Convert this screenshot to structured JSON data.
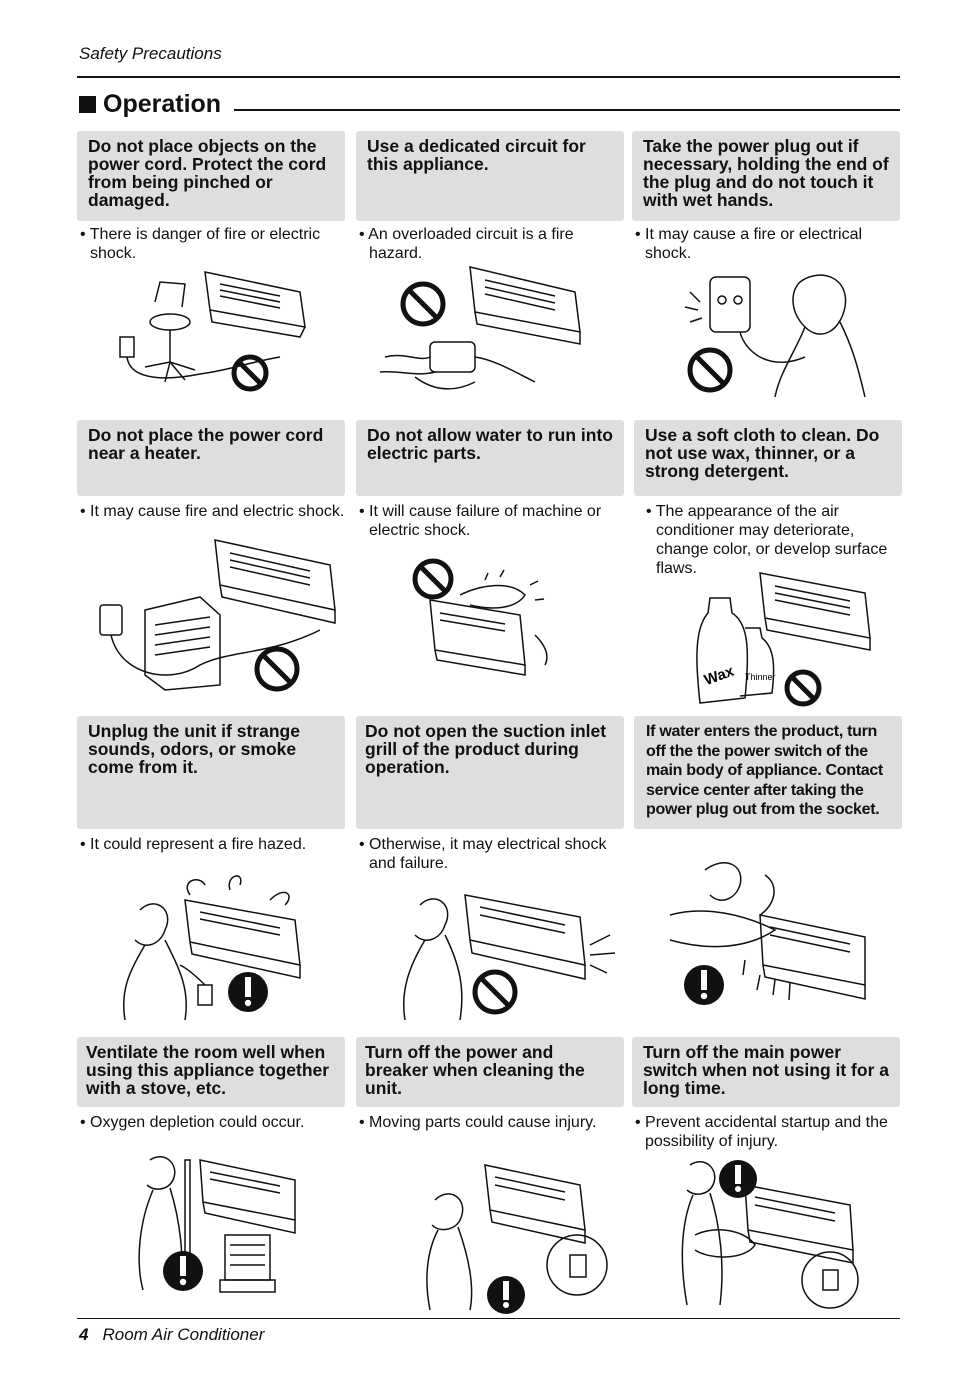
{
  "header": {
    "label": "Safety Precautions"
  },
  "section": {
    "title": "Operation"
  },
  "cards": [
    {
      "title": "Do not place objects on the power cord. Protect the cord from being pinched or damaged.",
      "bullet": "There is danger of fire or electric shock.",
      "symbol": "prohibited"
    },
    {
      "title": "Use a dedicated circuit for this appliance.",
      "bullet": "An overloaded circuit is a fire hazard.",
      "symbol": "prohibited"
    },
    {
      "title": "Take the power plug out if necessary, holding the end of the plug and do not touch it with wet hands.",
      "bullet": "It may cause a fire or electrical shock.",
      "symbol": "prohibited"
    },
    {
      "title": "Do not place the power cord near a heater.",
      "bullet": "It may cause fire and electric shock.",
      "symbol": "prohibited"
    },
    {
      "title": "Do not allow water to run into electric parts.",
      "bullet": "It will cause failure of machine or electric shock.",
      "symbol": "prohibited"
    },
    {
      "title": "Use a soft cloth to clean. Do not use wax, thinner, or a strong detergent.",
      "bullet": "The appearance of the air conditioner may deteriorate, change color, or develop surface flaws.",
      "symbol": "prohibited",
      "labels": [
        "Wax",
        "Thinner"
      ]
    },
    {
      "title": "Unplug the unit if strange sounds, odors, or smoke come from it.",
      "bullet": "It could represent a fire hazed.",
      "symbol": "mandatory"
    },
    {
      "title": "Do not open the suction inlet grill of the product during operation.",
      "bullet": "Otherwise, it may electrical shock and failure.",
      "symbol": "prohibited"
    },
    {
      "title": "If water enters the product, turn off the the power switch of the main body of appliance. Contact service center after taking the power plug out from the socket.",
      "bullet": "",
      "symbol": "mandatory"
    },
    {
      "title": "Ventilate the room well when using this appliance together with a stove, etc.",
      "bullet": "Oxygen depletion could occur.",
      "symbol": "mandatory"
    },
    {
      "title": "Turn off the power and breaker when cleaning the unit.",
      "bullet": "Moving parts could cause injury.",
      "symbol": "mandatory"
    },
    {
      "title": "Turn off the main power switch when not using it for a long time.",
      "bullet": "Prevent accidental startup and the possibility of injury.",
      "symbol": "mandatory"
    }
  ],
  "footer": {
    "page_number": "4",
    "title": "Room Air Conditioner"
  }
}
